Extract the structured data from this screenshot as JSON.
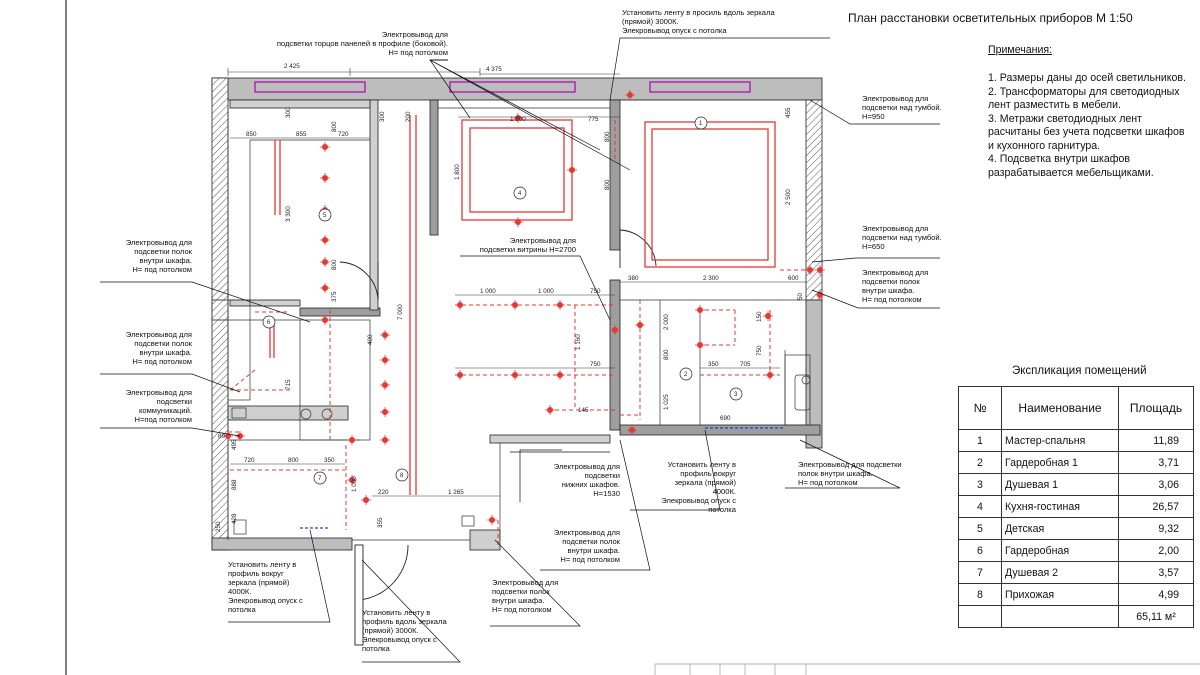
{
  "title": "План расстановки осветительных приборов М 1:50",
  "notes": {
    "heading": "Примечания:",
    "lines": [
      "1. Размеры даны до осей светильников.",
      "2. Трансформаторы для светодиодных",
      "лент разместить в мебели.",
      "3. Метражи светодиодных лент",
      "расчитаны без учета подсветки шкафов",
      "и кухонного гарнитура.",
      "4. Подсветка внутри шкафов",
      "разрабатывается мебельщиками."
    ]
  },
  "explication": {
    "title": "Экспликация помещений",
    "headers": [
      "№",
      "Наименование",
      "Площадь"
    ],
    "rows": [
      [
        "1",
        "Мастер-спальня",
        "11,89"
      ],
      [
        "2",
        "Гардеробная 1",
        "3,71"
      ],
      [
        "3",
        "Душевая 1",
        "3,06"
      ],
      [
        "4",
        "Кухня-гостиная",
        "26,57"
      ],
      [
        "5",
        "Детская",
        "9,32"
      ],
      [
        "6",
        "Гардеробная",
        "2,00"
      ],
      [
        "7",
        "Душевая 2",
        "3,57"
      ],
      [
        "8",
        "Прихожая",
        "4,99"
      ]
    ],
    "total": "65,11 м²"
  },
  "callouts": [
    [
      "Электровывод для",
      "подсветки торцов панелей в профиле (боковой).",
      "H= под потолком"
    ],
    [
      "Установить ленту в  просиль вдоль зеркала",
      "(прямой) 3000К.",
      "Элекровывод опуск с потолка"
    ],
    [
      "Электровывод для",
      "подсветки над тумбой.",
      " H=950"
    ],
    [
      "Электровывод для",
      "подсветки над тумбой.",
      " H=650"
    ],
    [
      "Электровывод для",
      "подсветки полок",
      "внутри шкафа.",
      "H= под потолком"
    ],
    [
      "Электровывод для",
      "подсветки полок",
      "внутри шкафа.",
      "H= под потолком"
    ],
    [
      "Электровывод для",
      "подсветки полок",
      "внутри шкафа.",
      "H= под потолком"
    ],
    [
      "Электровывод для",
      "подсветки",
      "коммуникаций.",
      "H=под потолком"
    ],
    [
      "Электровывод для",
      "подсветки витрины H=2700"
    ],
    [
      "Электровывод для",
      "подсветки",
      "нижних шкафов.",
      "H=1530"
    ],
    [
      "Установить ленту в",
      "профиль вокруг",
      "зеркала (прямой)",
      "4000К.",
      "Элекровывод опуск с",
      "потолка"
    ],
    [
      "Электровывод для подсветки",
      "полок внутри шкафа.",
      "H= под потолком"
    ],
    [
      "Электровывод для",
      "подсветки полок",
      "внутри шкафа.",
      "H= под потолком"
    ],
    [
      "Установить ленту в",
      "профиль вокруг",
      "зеркала (прямой)",
      "4000К.",
      "Элекровывод опуск с",
      "потолка"
    ],
    [
      "Установить ленту в",
      "профиль вдоль зеркала",
      "(прямой) 3000К.",
      "Элекровывод опуск с",
      "потолка"
    ],
    [
      "Электровывод для",
      "подсветки полок",
      "внутри шкафа.",
      "H= под потолком"
    ]
  ],
  "dimensions": [
    "2 425",
    "4 375",
    "1 800",
    "775",
    "455",
    "850",
    "855",
    "720",
    "300",
    "800",
    "800",
    "1 800",
    "3 300",
    "800",
    "800",
    "375",
    "7 000",
    "2 500",
    "2 300",
    "380",
    "600",
    "50",
    "1 000",
    "1 000",
    "750",
    "1 160",
    "750",
    "145",
    "400",
    "200",
    "800",
    "150",
    "750",
    "1 025",
    "350",
    "705",
    "2 000",
    "690",
    "80",
    "495",
    "720",
    "800",
    "350",
    "888",
    "428",
    "1 000",
    "220",
    "1 265",
    "355",
    "250",
    "715",
    "300"
  ],
  "room_numbers": [
    "1",
    "2",
    "3",
    "4",
    "5",
    "6",
    "7",
    "8"
  ],
  "colors": {
    "light": "#e53935",
    "wall": "#9a9a9a",
    "lines": "#222222",
    "profile": "#b000b0",
    "strip": "#1e3cdc"
  }
}
